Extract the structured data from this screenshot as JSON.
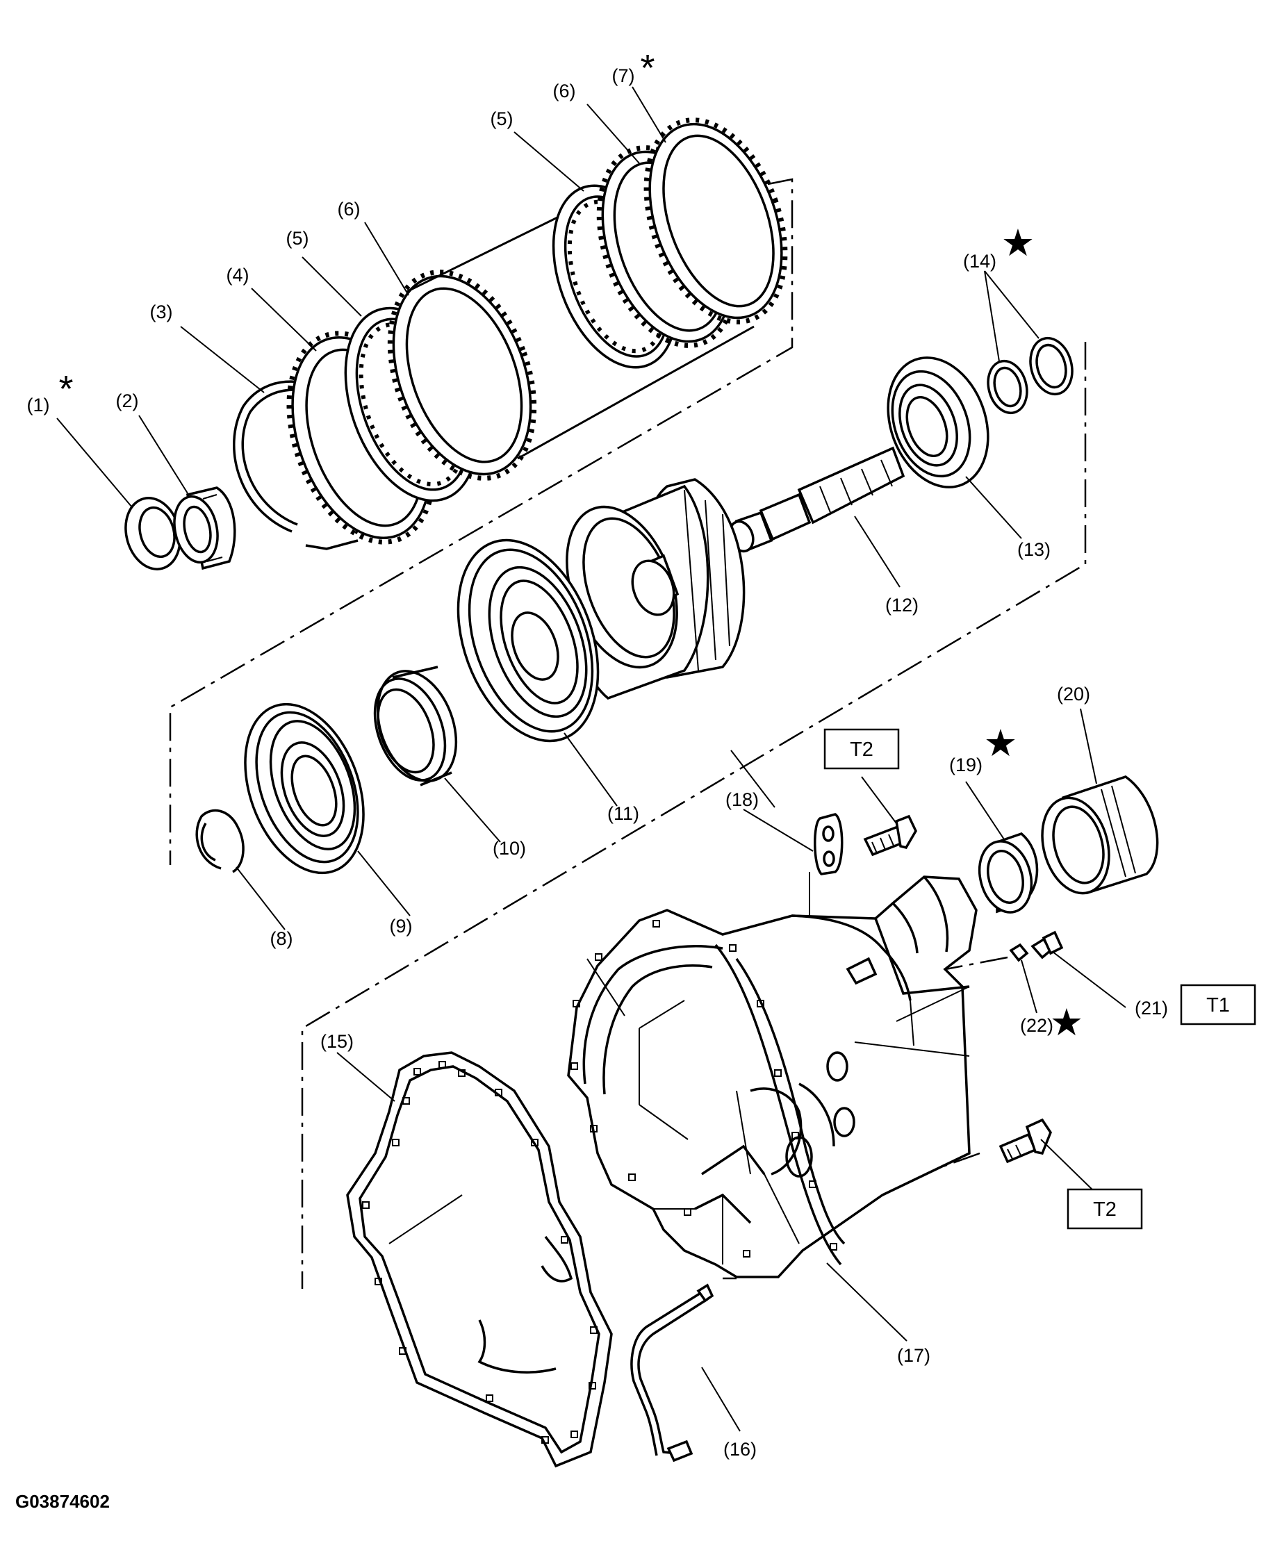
{
  "figure_code": "G03874602",
  "callouts": {
    "p1": "(1)",
    "p2": "(2)",
    "p3": "(3)",
    "p4": "(4)",
    "p5a": "(5)",
    "p5b": "(5)",
    "p6a": "(6)",
    "p6b": "(6)",
    "p7": "(7)",
    "p8": "(8)",
    "p9": "(9)",
    "p10": "(10)",
    "p11": "(11)",
    "p12": "(12)",
    "p13": "(13)",
    "p14": "(14)",
    "p15": "(15)",
    "p16": "(16)",
    "p17": "(17)",
    "p18": "(18)",
    "p19": "(19)",
    "p20": "(20)",
    "p21": "(21)",
    "p22": "(22)"
  },
  "torque_boxes": {
    "t2_top": "T2",
    "t2_bottom": "T2",
    "t1": "T1"
  },
  "marks": {
    "asterisk": "*",
    "star": "★"
  }
}
